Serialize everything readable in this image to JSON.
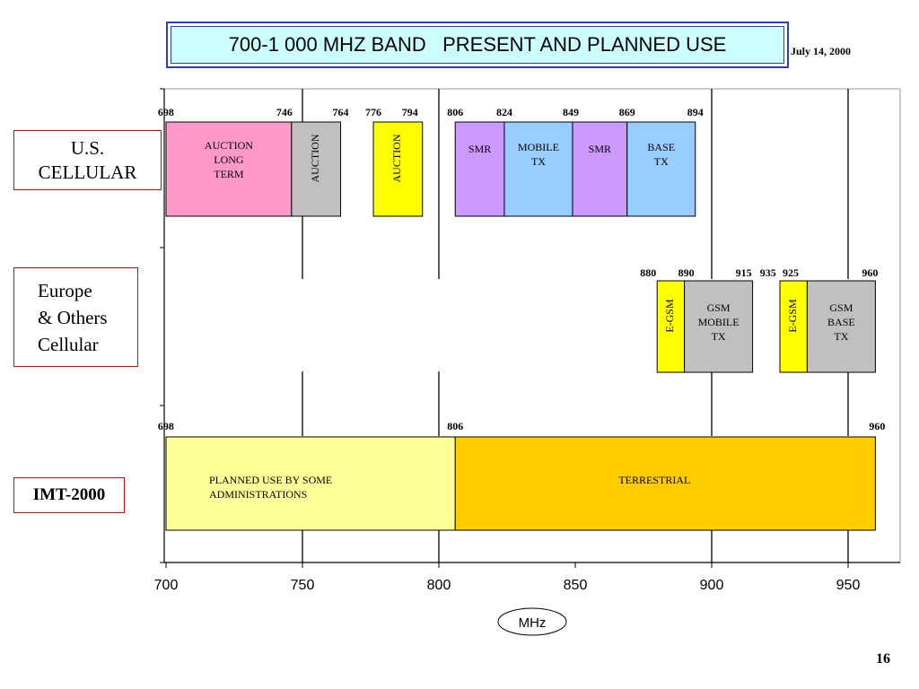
{
  "title": "700-1 000 MHZ BAND   PRESENT AND PLANNED USE",
  "date": "July 14, 2000",
  "page_number": "16",
  "row_labels": {
    "us": [
      "U.S.",
      "CELLULAR"
    ],
    "europe": [
      "Europe",
      "& Others",
      "Cellular"
    ],
    "imt": "IMT-2000"
  },
  "colors": {
    "pink": "#ff99cc",
    "gray": "#c0c0c0",
    "yellow": "#ffff00",
    "purple": "#cc99ff",
    "lightblue": "#99ccff",
    "lightyellow": "#ffff99",
    "gold": "#ffcc00",
    "grid": "#000000"
  },
  "chart_data": {
    "type": "table",
    "xlabel": "MHz",
    "xlim": [
      700,
      1000
    ],
    "xticks": [
      700,
      750,
      800,
      850,
      900,
      950
    ],
    "gridlines": [
      750,
      800,
      900,
      950
    ],
    "rows": [
      {
        "name": "us",
        "freq_labels": [
          {
            "text": "698",
            "value": 698
          },
          {
            "text": "746",
            "value": 746
          },
          {
            "text": "764",
            "value": 764
          },
          {
            "text": "776",
            "value": 776
          },
          {
            "text": "794",
            "value": 794
          },
          {
            "text": "806",
            "value": 806
          },
          {
            "text": "824",
            "value": 824
          },
          {
            "text": "849",
            "value": 849
          },
          {
            "text": "869",
            "value": 869
          },
          {
            "text": "894",
            "value": 894
          }
        ],
        "segments": [
          {
            "start": 700,
            "end": 746,
            "label": [
              "AUCTION",
              "LONG",
              "TERM"
            ],
            "color": "pink",
            "vertical": false
          },
          {
            "start": 746,
            "end": 764,
            "label": [
              "AUCTION"
            ],
            "color": "gray",
            "vertical": true
          },
          {
            "start": 776,
            "end": 794,
            "label": [
              "AUCTION"
            ],
            "color": "yellow",
            "vertical": true
          },
          {
            "start": 806,
            "end": 824,
            "label": [
              "SMR"
            ],
            "color": "purple",
            "vertical": false
          },
          {
            "start": 824,
            "end": 849,
            "label": [
              "MOBILE",
              "TX"
            ],
            "color": "lightblue",
            "vertical": false
          },
          {
            "start": 849,
            "end": 869,
            "label": [
              "SMR"
            ],
            "color": "purple",
            "vertical": false
          },
          {
            "start": 869,
            "end": 894,
            "label": [
              "BASE",
              "TX"
            ],
            "color": "lightblue",
            "vertical": false
          }
        ]
      },
      {
        "name": "europe",
        "freq_labels": [
          {
            "text": "880",
            "value": 880
          },
          {
            "text": "890",
            "value": 890
          },
          {
            "text": "915",
            "value": 915
          },
          {
            "text": "935",
            "value": 935
          },
          {
            "text": "925",
            "value": 925
          },
          {
            "text": "960",
            "value": 960
          }
        ],
        "segments": [
          {
            "start": 880,
            "end": 890,
            "label": [
              "E-GSM"
            ],
            "color": "yellow",
            "vertical": true
          },
          {
            "start": 890,
            "end": 915,
            "label": [
              "GSM",
              "MOBILE",
              "TX"
            ],
            "color": "gray",
            "vertical": false
          },
          {
            "start": 925,
            "end": 935,
            "label": [
              "E-GSM"
            ],
            "color": "yellow",
            "vertical": true
          },
          {
            "start": 935,
            "end": 960,
            "label": [
              "GSM",
              "BASE",
              "TX"
            ],
            "color": "gray",
            "vertical": false
          }
        ]
      },
      {
        "name": "imt",
        "freq_labels": [
          {
            "text": "698",
            "value": 698
          },
          {
            "text": "806",
            "value": 806
          },
          {
            "text": "960",
            "value": 960
          }
        ],
        "segments": [
          {
            "start": 700,
            "end": 806,
            "label": [
              "PLANNED USE BY SOME",
              "ADMINISTRATIONS"
            ],
            "color": "lightyellow",
            "vertical": false,
            "align": "left"
          },
          {
            "start": 806,
            "end": 960,
            "label": [
              "TERRESTRIAL"
            ],
            "color": "gold",
            "vertical": false,
            "align": "top"
          }
        ]
      }
    ]
  }
}
